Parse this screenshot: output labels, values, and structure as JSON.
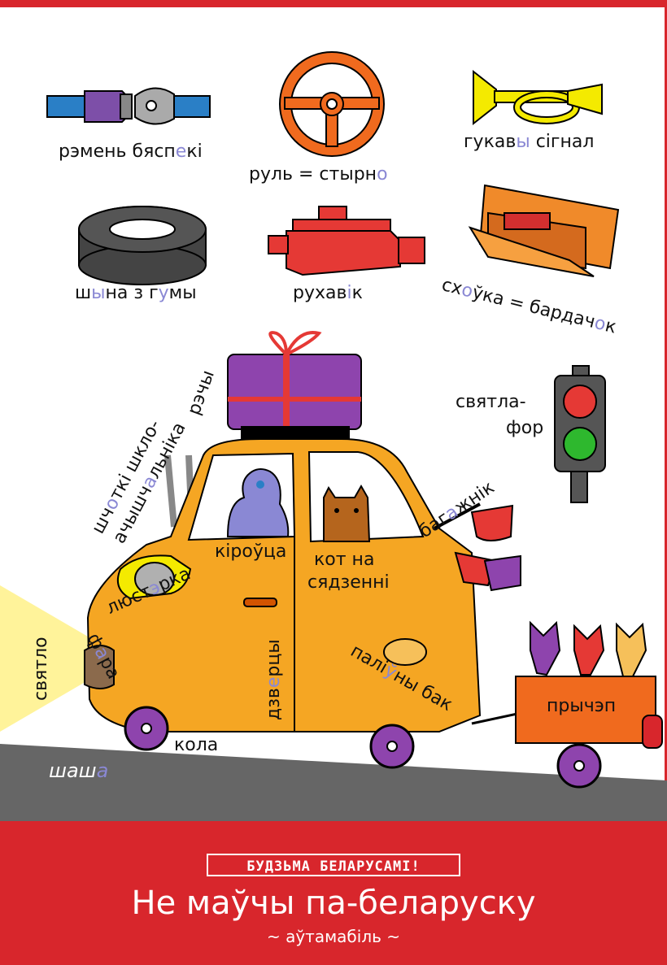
{
  "labels": {
    "belt": {
      "pre": "рэмень бясп",
      "acc": "е",
      "post": "кі"
    },
    "wheel": {
      "pre": "руль = стырн",
      "acc": "о",
      "post": ""
    },
    "horn": {
      "pre": "гукав",
      "acc": "ы",
      "post": " сігнал"
    },
    "tire": {
      "pre": "ш",
      "acc": "ы",
      "mid": "на з г",
      "acc2": "у",
      "post": "мы"
    },
    "engine": {
      "pre": "рухав",
      "acc": "і",
      "post": "к"
    },
    "glovebox": {
      "pre": "сх",
      "acc": "о",
      "mid": "ўка = бардач",
      "acc2": "о",
      "post": "к"
    },
    "things": "рэчы",
    "wipers_1": {
      "pre": "шч",
      "acc": "о",
      "post": "ткі шкло-"
    },
    "wipers_2": {
      "pre": "ачышч",
      "acc": "а",
      "post": "льніка"
    },
    "traffic_light_1": "святла-",
    "traffic_light_2": "фор",
    "trunk": {
      "pre": "баг",
      "acc": "а",
      "post": "жнік"
    },
    "driver": "кіроўца",
    "cat_1": "кот на",
    "cat_2": "сядзенні",
    "mirror": {
      "pre": "люст",
      "acc": "э",
      "post": "рка"
    },
    "headlight": {
      "pre": "ф",
      "acc": "а",
      "post": "ра"
    },
    "light": "святло",
    "doors": {
      "pre": "дзв",
      "acc": "е",
      "post": "рцы"
    },
    "tank": {
      "pre": "палі",
      "acc": "ў",
      "post": "ны бак"
    },
    "trailer": "прычэп",
    "wheel_car": "кола",
    "road": {
      "pre": "шаш",
      "acc": "а",
      "post": ""
    }
  },
  "footer": {
    "badge": "БУДЗЬМА БЕЛАРУСАМІ!",
    "title": "Не маўчы па-беларуску",
    "subtitle": "~ аўтамабіль ~"
  },
  "colors": {
    "red": "#d8262c",
    "accent_letter": "#8a88d4",
    "car": "#f5a623",
    "purple": "#8e44ad",
    "road": "#666666"
  }
}
